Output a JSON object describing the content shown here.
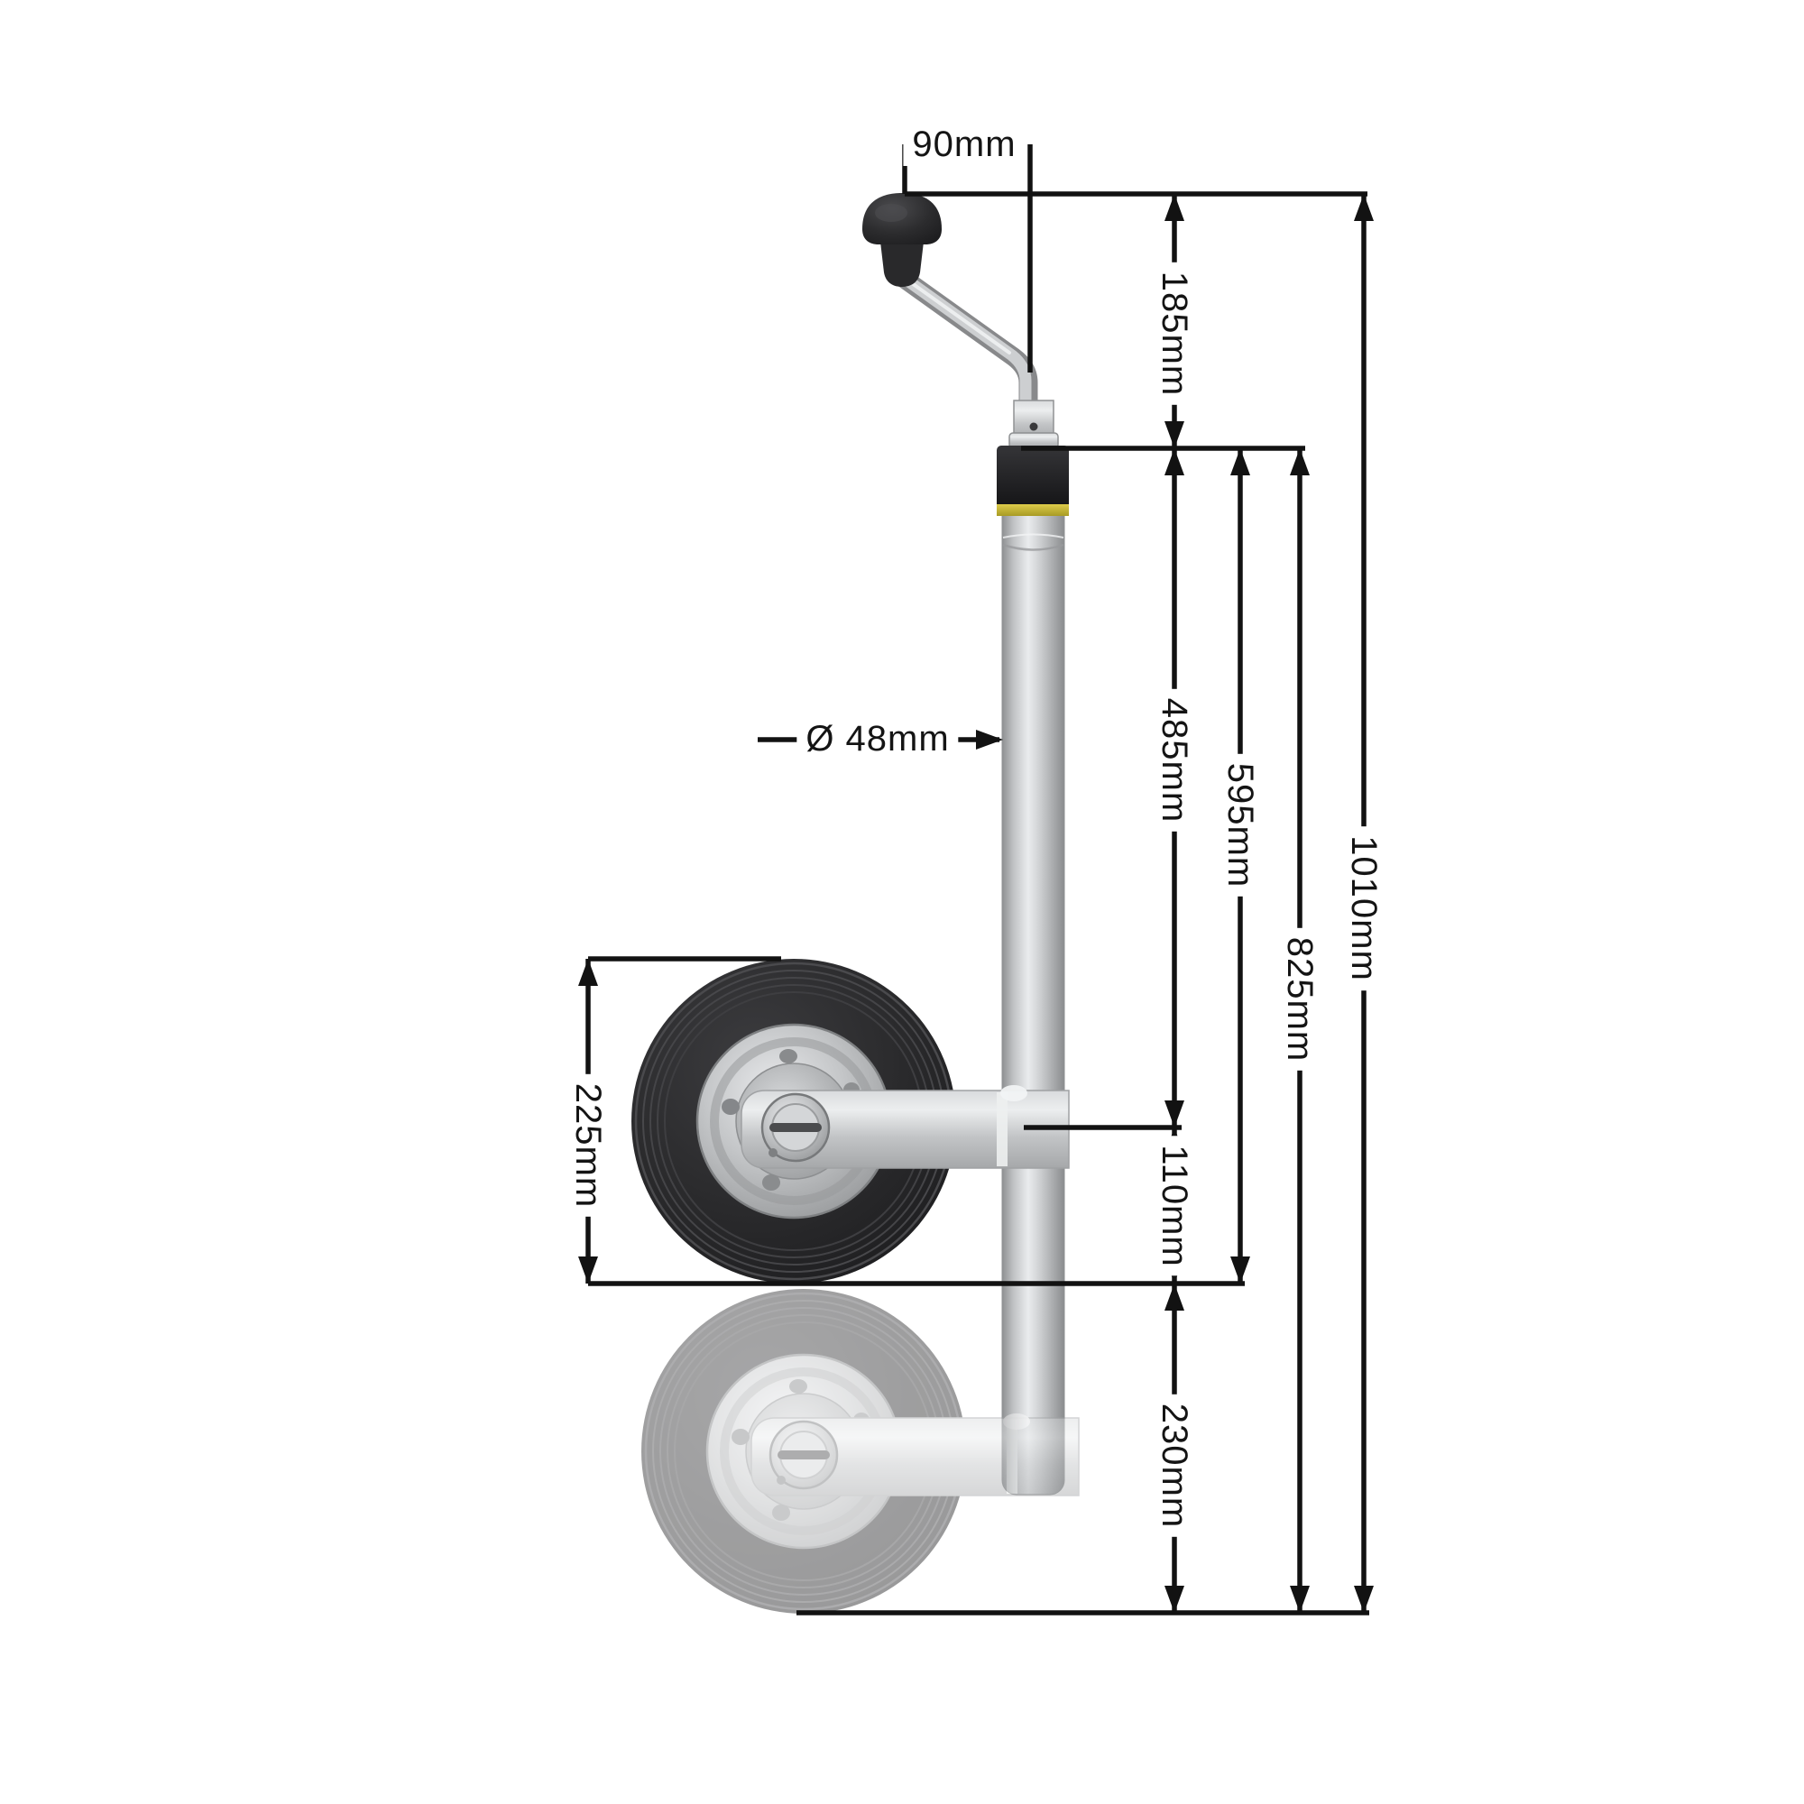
{
  "page": {
    "background": "#ffffff",
    "description": "Dimension diagram of a trailer jockey wheel, shown retracted (solid) and extended (ghost)"
  },
  "product": {
    "name": "trailer-jockey-wheel",
    "parts": {
      "knob": "crank-handle-knob",
      "crank": "crank-handle",
      "winch": "winch-collar",
      "clamp": "black-clamp-sleeve",
      "ring": "yellow-marker-ring",
      "tube": "galvanised-support-tube",
      "bracket": "wheel-bracket",
      "wheel": "solid-rubber-wheel",
      "ghost_wheel": "extended-position-ghost-wheel"
    }
  },
  "labels": {
    "crank_offset": "90mm",
    "crank_height": "185mm",
    "tube_diameter": "Ø 48mm",
    "tube_length": "485mm",
    "retracted_height": "595mm",
    "extended_height": "825mm",
    "overall_height": "1010mm",
    "wheel_diameter": "225mm",
    "axle_to_wheel_bottom": "110mm",
    "extension_travel": "230mm"
  },
  "colors": {
    "dimension_lines": "#121212",
    "tyre_black": "#2a2a2c",
    "galvanised_silver": "#c6c8ca",
    "clamp_black": "#1d1d1f",
    "marker_yellow": "#cdbc37",
    "ghost_grey": "#a9abad"
  }
}
